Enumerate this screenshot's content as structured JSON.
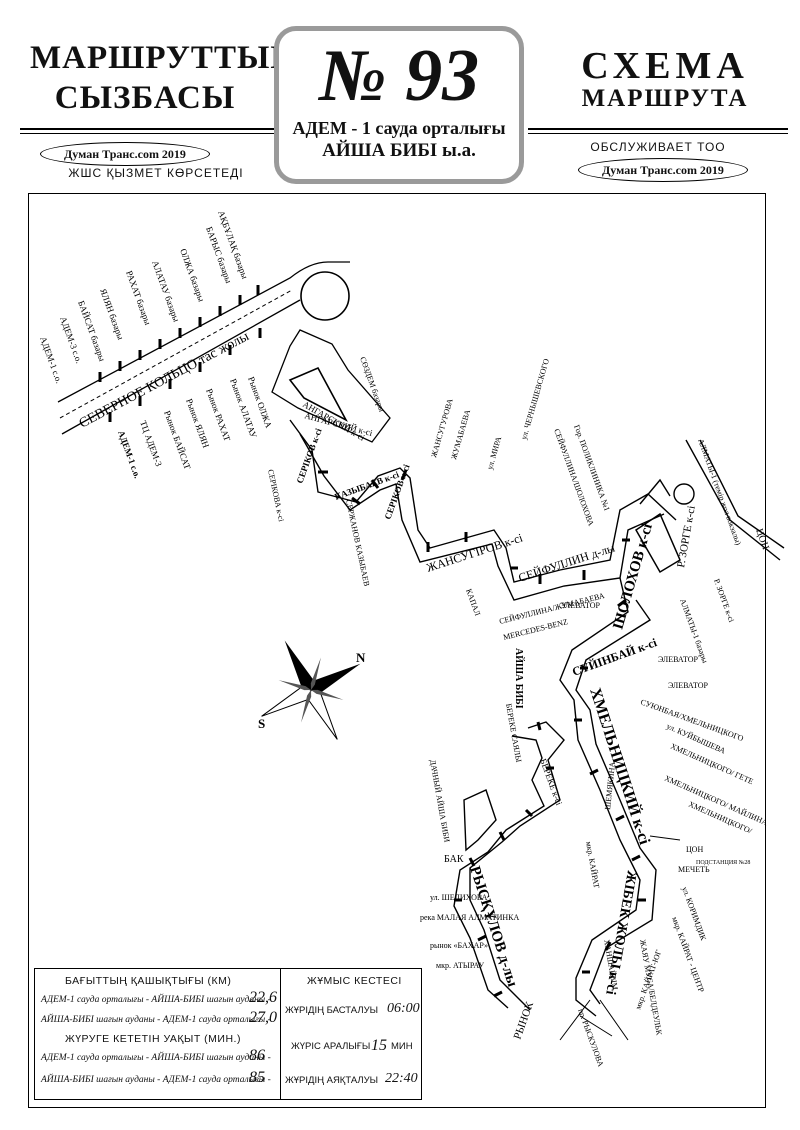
{
  "header": {
    "left_title_line1": "МАРШРУТТЫҢ",
    "left_title_line2": "СЫЗБАСЫ",
    "left_operator": "Думан Транс.com 2019",
    "left_service": "ЖШС ҚЫЗМЕТ КӨРСЕТЕДІ",
    "route_number": "№ 93",
    "route_from": "АДЕМ - 1 сауда орталығы",
    "route_to": "АЙША БИБІ ы.а.",
    "right_title_line1": "СХЕМА",
    "right_title_line2": "МАРШРУТА",
    "right_service": "ОБСЛУЖИВАЕТ ТОО",
    "right_operator": "Думан Транс.com 2019"
  },
  "map": {
    "road_labels": {
      "severnoe_koltso": "СЕВЕРНОЕ КОЛЬЦО тас жолы",
      "angarskiy_1": "АНГАРСКИЙ к-сі",
      "angarskiy_2": "АНГАРСКИЙ к-сі",
      "serikova": "СЕРІКОВ к-сі",
      "kazybaev": "КАЗЫБАЕВ к-сі",
      "serikov2": "СЕРІКОВ к-сі",
      "zhansugurov": "ЖАНСУГІРОВ к-сі",
      "seifullin": "СЕЙФУЛЛИН д-лы",
      "sholokhov": "ШОЛОХОВ к-сі",
      "zorge": "Р. ЗОРГЕ к-сі",
      "suyinbai": "СҮЙІНБАЙ к-сі",
      "khmelnitskiy": "ХМЕЛЬНИЦКИЙ к-сі",
      "ryskulov": "РЫСҚҰЛОВ д-лы",
      "zhibek": "ЖІБЕК ЖОЛЫ к-сі",
      "aisha_bibi": "АЙША БИБІ",
      "bereke": "БЕРЕКЕ к-сі"
    },
    "stops_left": [
      "АҚБҰЛАҚ базары",
      "БАРЫС базары",
      "ОЛЖА базары",
      "АЛАТАУ базары",
      "РАХАТ базары",
      "ЯЛЯН базары",
      "БАЙСАТ базары",
      "АДЕМ-3 с.о.",
      "АДЕМ-1 с.о."
    ],
    "stops_right": [
      "Рынок ОЛЖА",
      "Рынок АЛАТАУ",
      "Рынок РАХАТ",
      "Рынок ЯЛЯН",
      "Рынок БАЙСАТ",
      "ТЦ АДЕМ-3",
      "АДЕМ-1 с.о."
    ],
    "misc_labels": {
      "sozdem": "СӨЗДЕМ базары",
      "almaty1": "АЛМАТЫ-1 (темір жол вокзалы)",
      "con": "ЦОН",
      "zorge2": "Р. ЗОРГЕ к-сі",
      "almaty1_bazary": "АЛМАТЫ-1 базары",
      "elevator1": "ЭЛЕВАТОР",
      "elevator2": "ЭЛЕВАТОР",
      "elevator3": "ЭЛЕВАТОР",
      "suyunbaya_khm": "СУЮНБАЯ/ХМЕЛЬНИЦКОГО",
      "kuibysheva": "ул. КУЙБЫШЕВА",
      "khm_gete": "ХМЕЛЬНИЦКОГО/ ГЕТЕ",
      "khm_mailina": "ХМЕЛЬНИЦКОГО/ МАЙЛИНА",
      "khm2": "ХМЕЛЬНИЦКОГО/",
      "sheminova": "ШЕМЯКИНА",
      "mechet": "МЕЧЕТЬ",
      "korimdik": "ул. КОРИМДИК",
      "kairat_center": "мкр. КАЙРАТ - ЦЕНТР",
      "musa": "ЖАЯУ МУСА/БЕЛДЕУЛЬК",
      "khanshaiym": "ХАНШАЙЫМ",
      "ryskulova": "пр. РЫСКУЛОВА",
      "kairat_yug": "мкр. КАЙРАТ-ЮГ",
      "rynok": "РЫНОК",
      "atyrau": "мкр. АТЫРАУ",
      "bakhar": "рынок «БАХАР»",
      "malaya": "река МАЛАЯ АЛМАТИНКА",
      "shelikhova": "ул. ШЕЛИХОВА",
      "bak": "БАК",
      "dachny": "ДАЧНЫЙ АЙША БИБИ",
      "bereke_sayly": "БЕРЕКЕ САЯЛЫ",
      "kapal": "КАПАЛ",
      "mkr_kairat": "мкр. КАЙРАТ",
      "tsentr": "ЦОН",
      "podstantsiya": "ПОДСТАНЦИЯ №28",
      "serikova_ul": "СЕРІКОВА к-сі",
      "kazybaev_2": "СЕРЖАНОВ КАЗЫБАЕВ",
      "zhansugurova": "ЖАНСУГУРОВА",
      "zhumabaeva": "ЖУМАБАЕВА",
      "seifullina_zhum": "СЕЙФУЛЛИНА/ЖУМАБАЕВА",
      "mercedes": "MERCEDES-BENZ",
      "chernyshevskogo": "ул. ЧЕРНЫШЕВСКОГО",
      "pol_1": "Гор. ПОЛИКЛИНИКА №1",
      "seifullina_shol": "СЕЙФУЛЛИНА/ШОЛОХОВА",
      "mir": "ул. МИРА",
      "compass_n": "N",
      "compass_s": "S"
    }
  },
  "info": {
    "distance_title": "БАҒЫТТЫҢ ҚАШЫҚТЫҒЫ (КМ)",
    "distance_row1_label": "АДЕМ-1 сауда орталығы - АЙША-БИБІ шағын ауданы -",
    "distance_row1_value": "22,6",
    "distance_row2_label": "АЙША-БИБІ шағын ауданы - АДЕМ-1 сауда орталығы -",
    "distance_row2_value": "27,0",
    "time_title": "ЖҮРУГЕ КЕТЕТІН УАҚЫТ (МИН.)",
    "time_row1_label": "АДЕМ-1 сауда орталығы - АЙША-БИБІ шағын ауданы -",
    "time_row1_value": "86",
    "time_row2_label": "АЙША-БИБІ шағын ауданы - АДЕМ-1 сауда орталығы -",
    "time_row2_value": "85",
    "schedule_title": "ЖҰМЫС КЕСТЕСІ",
    "start_label": "ЖҰРІДІҢ БАСТАЛУЫ",
    "start_value": "06:00",
    "interval_label": "ЖҮРІС АРАЛЫҒЫ",
    "interval_value": "15",
    "interval_unit": "МИН",
    "end_label": "ЖҰРІДІҢ АЯҚТАЛУЫ",
    "end_value": "22:40"
  }
}
